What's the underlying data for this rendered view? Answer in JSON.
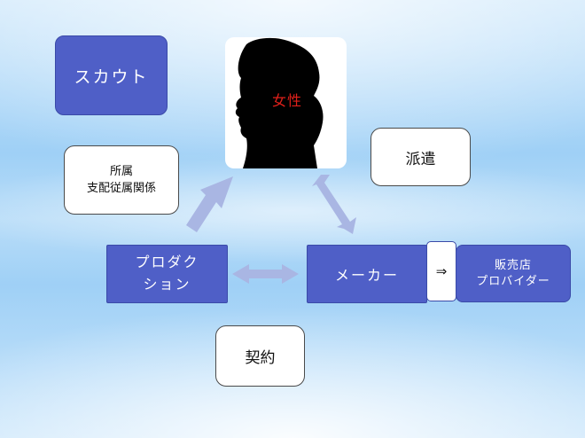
{
  "nodes": {
    "scout": "スカウト",
    "woman": "女性",
    "affiliation_line1": "所属",
    "affiliation_line2": "支配従属関係",
    "dispatch": "派遣",
    "production_line1": "プロダク",
    "production_line2": "ション",
    "maker": "メーカー",
    "arrow": "⇒",
    "seller_line1": "販売店",
    "seller_line2": "プロバイダー",
    "contract": "契約"
  },
  "icons": {
    "woman_silhouette": "woman-silhouette-icon",
    "connector": "double-headed-arrow"
  },
  "colors": {
    "node_fill": "#4f5fc7",
    "connector": "#a9b6e3",
    "woman_label": "#e0201a"
  }
}
